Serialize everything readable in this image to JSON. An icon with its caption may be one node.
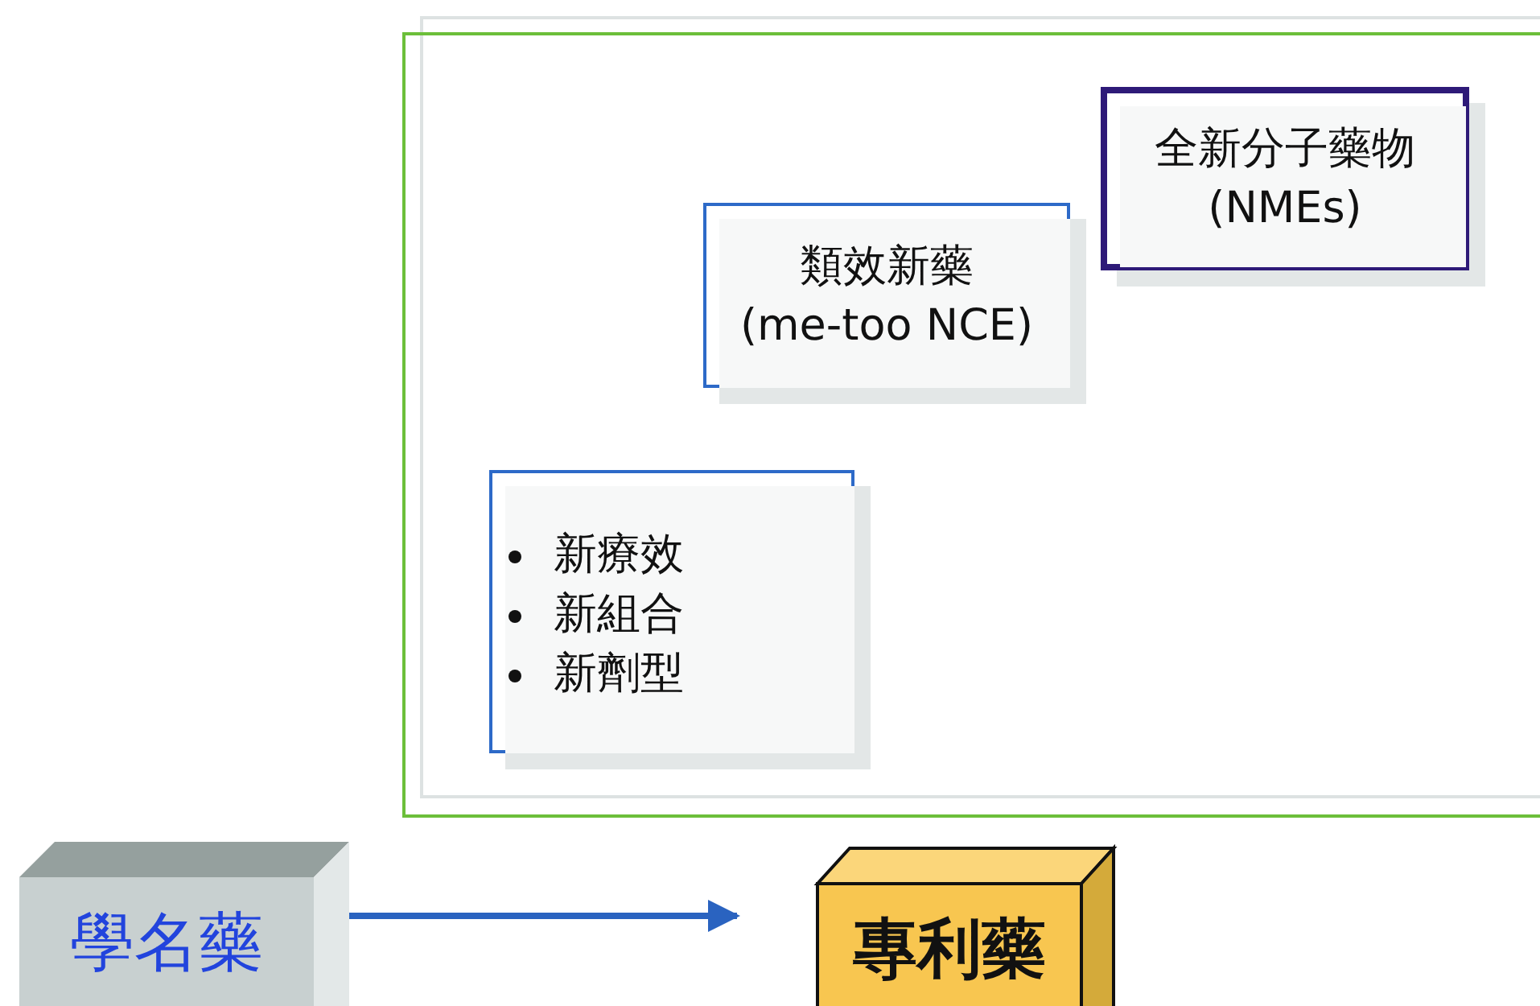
{
  "diagram": {
    "nodes": [
      {
        "text": [],
        "shape": "box"
      },
      {
        "text": [
          "全新分子藥物 (NMEs)"
        ],
        "in": 0
      },
      {
        "text": [
          "類效新藥 (me-too NCE)"
        ],
        "in": 0
      },
      {
        "text": [
          "新療效",
          "新組合",
          "新劑型"
        ],
        "in": 0
      },
      {
        "text": [
          "學名藥"
        ]
      },
      {
        "text": [
          "專利藥"
        ]
      }
    ],
    "edges": [
      {
        "from": 4,
        "to": 5,
        "arrow": "to",
        "color": "#2a63c0"
      }
    ]
  }
}
